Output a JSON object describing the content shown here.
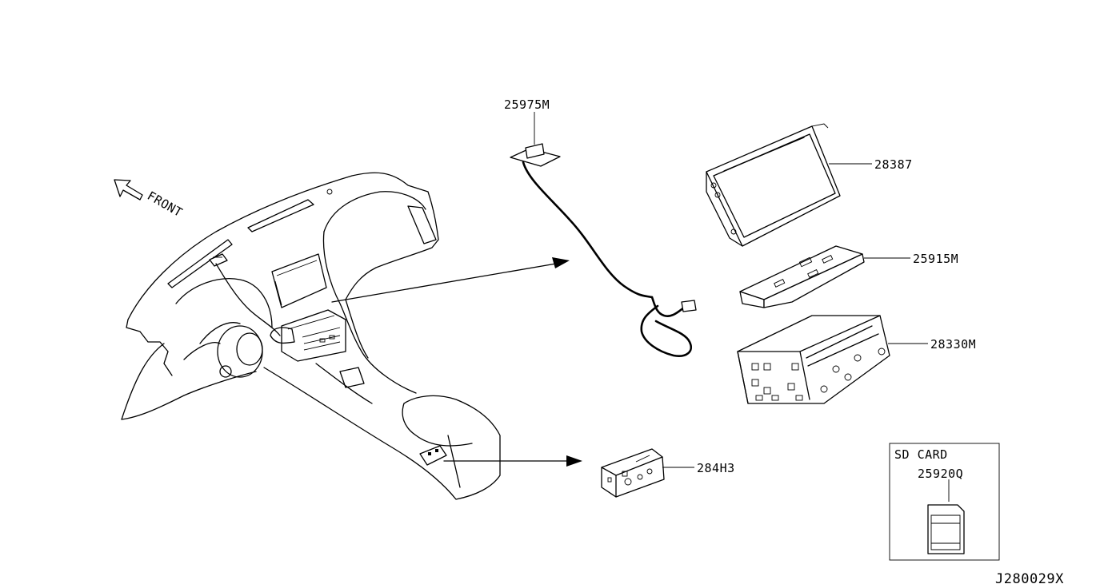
{
  "diagram_id": "J280029X",
  "front_label": "FRONT",
  "parts": [
    {
      "id": "antenna",
      "number": "25975M"
    },
    {
      "id": "display",
      "number": "28387"
    },
    {
      "id": "bracket",
      "number": "25915M"
    },
    {
      "id": "head-unit",
      "number": "28330M"
    },
    {
      "id": "usb-jack",
      "number": "284H3"
    },
    {
      "id": "sd-card",
      "number": "25920Q"
    }
  ],
  "sd_box": {
    "title": "SD CARD"
  }
}
